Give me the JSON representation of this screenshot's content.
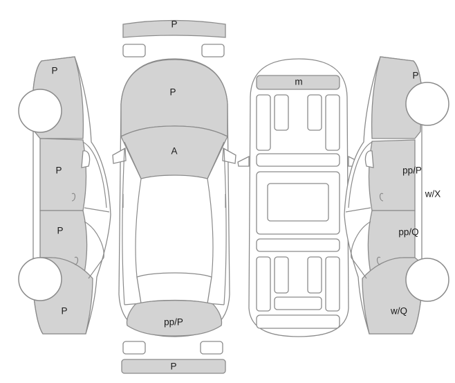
{
  "labels": {
    "front_bumper": "P",
    "rear_bumper": "P",
    "hood": "P",
    "windshield": "A",
    "trunk": "pp/P",
    "interior_front": "m",
    "left_front_fender": "P",
    "left_front_door": "P",
    "left_rear_door": "P",
    "left_rear_quarter": "P",
    "right_front_fender": "P",
    "right_front_door": "pp/P",
    "right_door_edge": "w/X",
    "right_rear_door": "pp/Q",
    "right_rear_quarter": "w/Q"
  },
  "colors": {
    "damaged_fill": "#d3d3d3",
    "outline": "#8a8a8a",
    "background": "#ffffff"
  }
}
